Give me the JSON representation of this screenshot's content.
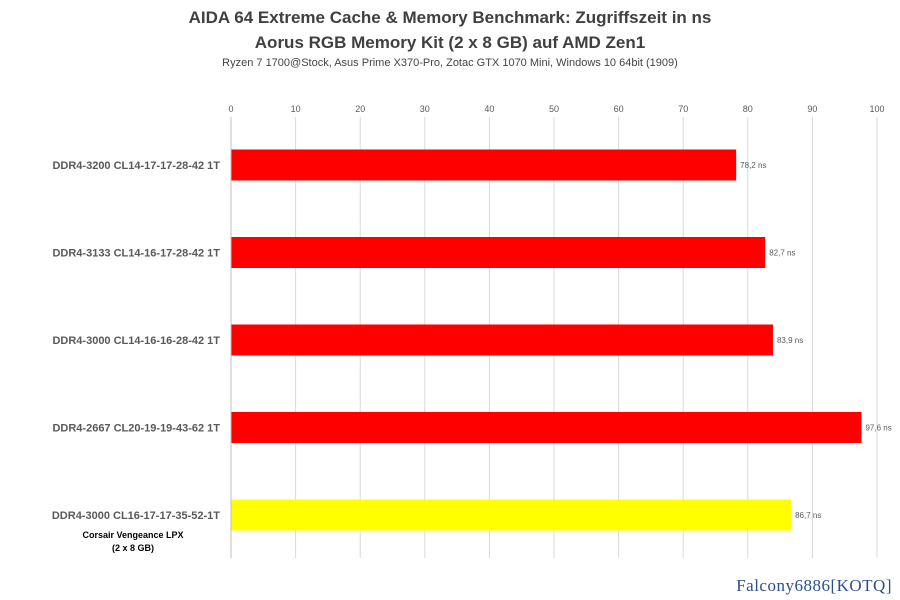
{
  "title": "AIDA 64 Extreme Cache & Memory Benchmark: Zugriffszeit in ns",
  "subtitle": "Aorus RGB Memory Kit (2 x 8 GB) auf AMD Zen1",
  "system_info": "Ryzen 7 1700@Stock, Asus Prime X370-Pro, Zotac GTX 1070 Mini, Windows 10 64bit (1909)",
  "watermark": "Falcony6886[KOTQ]",
  "colors": {
    "primary_bar": "#ff0000",
    "highlight_bar": "#ffff00",
    "grid": "#d9d9d9",
    "text": "#595959"
  },
  "chart_data": {
    "type": "bar",
    "orientation": "horizontal",
    "title": "AIDA 64 Extreme Cache & Memory Benchmark: Zugriffszeit in ns",
    "subtitle": "Aorus RGB Memory Kit (2 x 8 GB) auf AMD Zen1",
    "categories": [
      "DDR4-3200 CL14-17-17-28-42 1T",
      "DDR4-3133 CL14-16-17-28-42 1T",
      "DDR4-3000 CL14-16-16-28-42 1T",
      "DDR4-2667 CL20-19-19-43-62 1T",
      "DDR4-3000 CL16-17-17-35-52-1T"
    ],
    "category_notes": [
      "",
      "",
      "",
      "",
      "Corsair Vengeance LPX|(2 x 8 GB)"
    ],
    "values": [
      78.2,
      82.7,
      83.9,
      97.6,
      86.7
    ],
    "data_labels": [
      "78,2 ns",
      "82,7 ns",
      "83,9 ns",
      "97,6 ns",
      "86,7 ns"
    ],
    "highlight": [
      false,
      false,
      false,
      false,
      true
    ],
    "xlim": [
      0,
      100
    ],
    "xticks": [
      0,
      10,
      20,
      30,
      40,
      50,
      60,
      70,
      80,
      90,
      100
    ],
    "xaxis_position": "top",
    "grid": true,
    "legend": "none"
  }
}
